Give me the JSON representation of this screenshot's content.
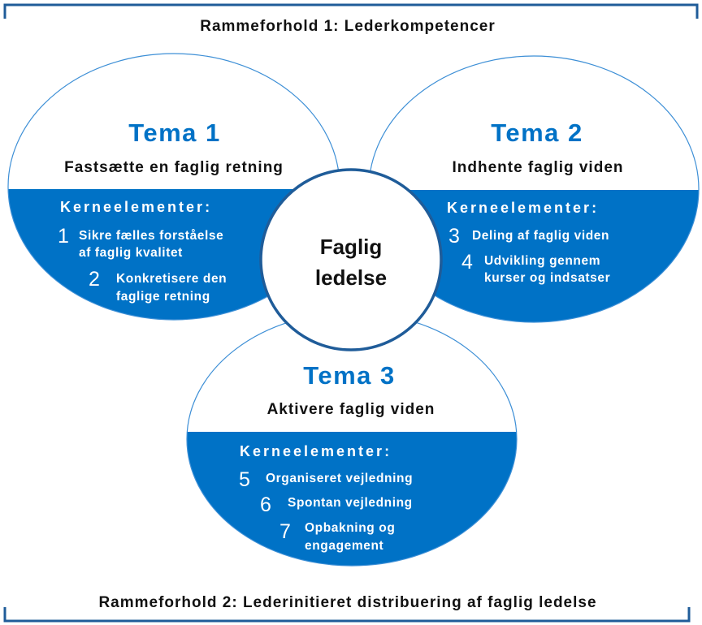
{
  "frame": {
    "top_label": "Rammeforhold 1: Lederkompetencer",
    "bottom_label": "Rammeforhold 2: Lederinitieret distribuering af faglig ledelse"
  },
  "center": {
    "line1": "Faglig",
    "line2": "ledelse"
  },
  "colors": {
    "blue": "#0072c6",
    "dark_blue": "#1f5c99",
    "outline": "#3d8fd6"
  },
  "themes": [
    {
      "title": "Tema 1",
      "subtitle": "Fastsætte en faglig retning",
      "kerne_label": "Kerneelementer:",
      "items": [
        {
          "num": "1",
          "line1": "Sikre fælles forståelse",
          "line2": "af faglig kvalitet"
        },
        {
          "num": "2",
          "line1": "Konkretisere den",
          "line2": "faglige retning"
        }
      ]
    },
    {
      "title": "Tema 2",
      "subtitle": "Indhente faglig viden",
      "kerne_label": "Kerneelementer:",
      "items": [
        {
          "num": "3",
          "line1": "Deling af faglig viden"
        },
        {
          "num": "4",
          "line1": "Udvikling gennem",
          "line2": "kurser og indsatser"
        }
      ]
    },
    {
      "title": "Tema 3",
      "subtitle": "Aktivere faglig viden",
      "kerne_label": "Kerneelementer:",
      "items": [
        {
          "num": "5",
          "line1": "Organiseret vejledning"
        },
        {
          "num": "6",
          "line1": "Spontan vejledning"
        },
        {
          "num": "7",
          "line1": "Opbakning og",
          "line2": "engagement"
        }
      ]
    }
  ]
}
